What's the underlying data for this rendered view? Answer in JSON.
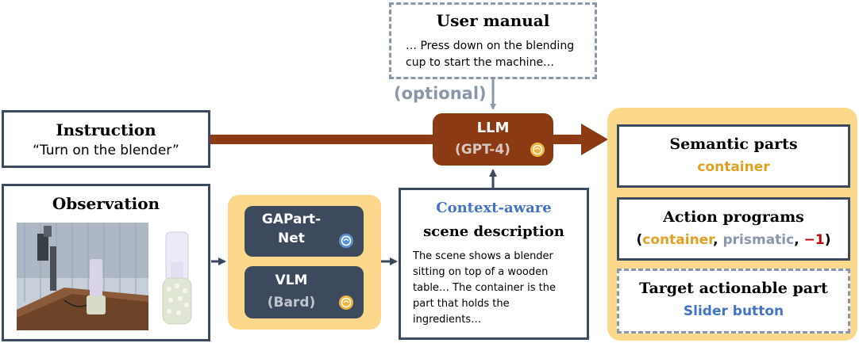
{
  "manual": {
    "title": "User manual",
    "text": "… Press down on the blending cup to start the machine…"
  },
  "optional_label": "(optional)",
  "instruction": {
    "title": "Instruction",
    "text": "“Turn on the blender”"
  },
  "llm": {
    "label": "LLM",
    "model": "(GPT-4)"
  },
  "observation": {
    "title": "Observation"
  },
  "models": {
    "gapart": [
      "GAPart-",
      "Net"
    ],
    "vlm": "VLM",
    "vlm_model": "(Bard)"
  },
  "scene": {
    "title_line1": "Context-aware",
    "title_line2": "scene description",
    "text": "The scene shows a blender sitting on top of a wooden table… The container is the part that holds the ingredients…"
  },
  "output": {
    "semantic_title": "Semantic parts",
    "semantic_value": "container",
    "action_title": "Action programs",
    "action_open": "(",
    "action_part": "container",
    "action_sep1": ", ",
    "action_type": "prismatic",
    "action_sep2": ", ",
    "action_dir": "−1",
    "action_close": ")",
    "target_title": "Target actionable part",
    "target_value": "Slider button"
  },
  "colors": {
    "dark_border": "#3b4a5e",
    "dashed_border": "#8a97a8",
    "llm_fill": "#8b3a14",
    "panel_fill": "#fbd88b",
    "model_fill": "#3d4a5e",
    "accent_orange": "#e0a020",
    "accent_blue": "#4472c4",
    "accent_red": "#c0000c"
  },
  "icons": [
    "brain-icon",
    "robot-icon"
  ]
}
